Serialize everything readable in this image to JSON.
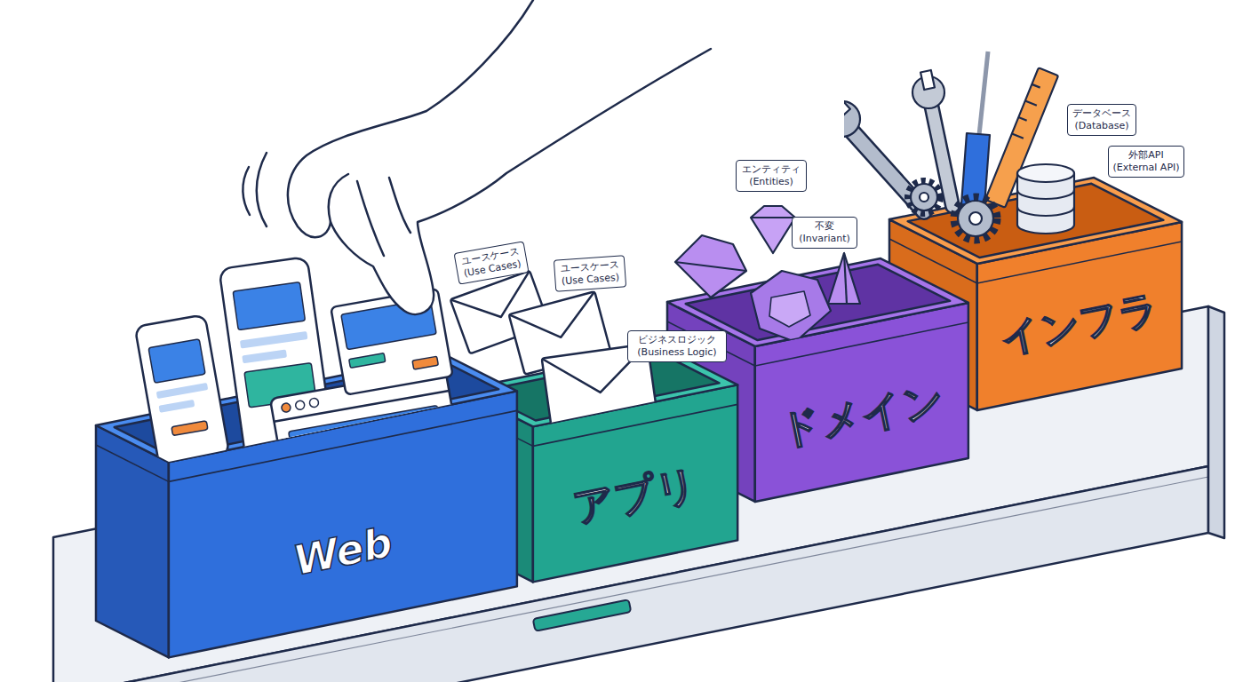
{
  "diagram": {
    "nodes": [
      {
        "text": [
          "Web"
        ]
      },
      {
        "text": [
          "アプリ"
        ]
      },
      {
        "text": [
          "ドメイン"
        ]
      },
      {
        "text": [
          "インフラ"
        ]
      },
      {
        "text": [
          "ユースケース (Use Cases)"
        ]
      },
      {
        "text": [
          "ユースケース (Use Cases)"
        ]
      },
      {
        "text": [
          "ビジネスロジック (Business Logic)"
        ]
      },
      {
        "text": [
          "エンティティ (Entities)"
        ]
      },
      {
        "text": [
          "不変 (Invariant)"
        ]
      },
      {
        "text": [
          "データベース (Database)"
        ]
      },
      {
        "text": [
          "外部API (External API)"
        ]
      }
    ]
  }
}
